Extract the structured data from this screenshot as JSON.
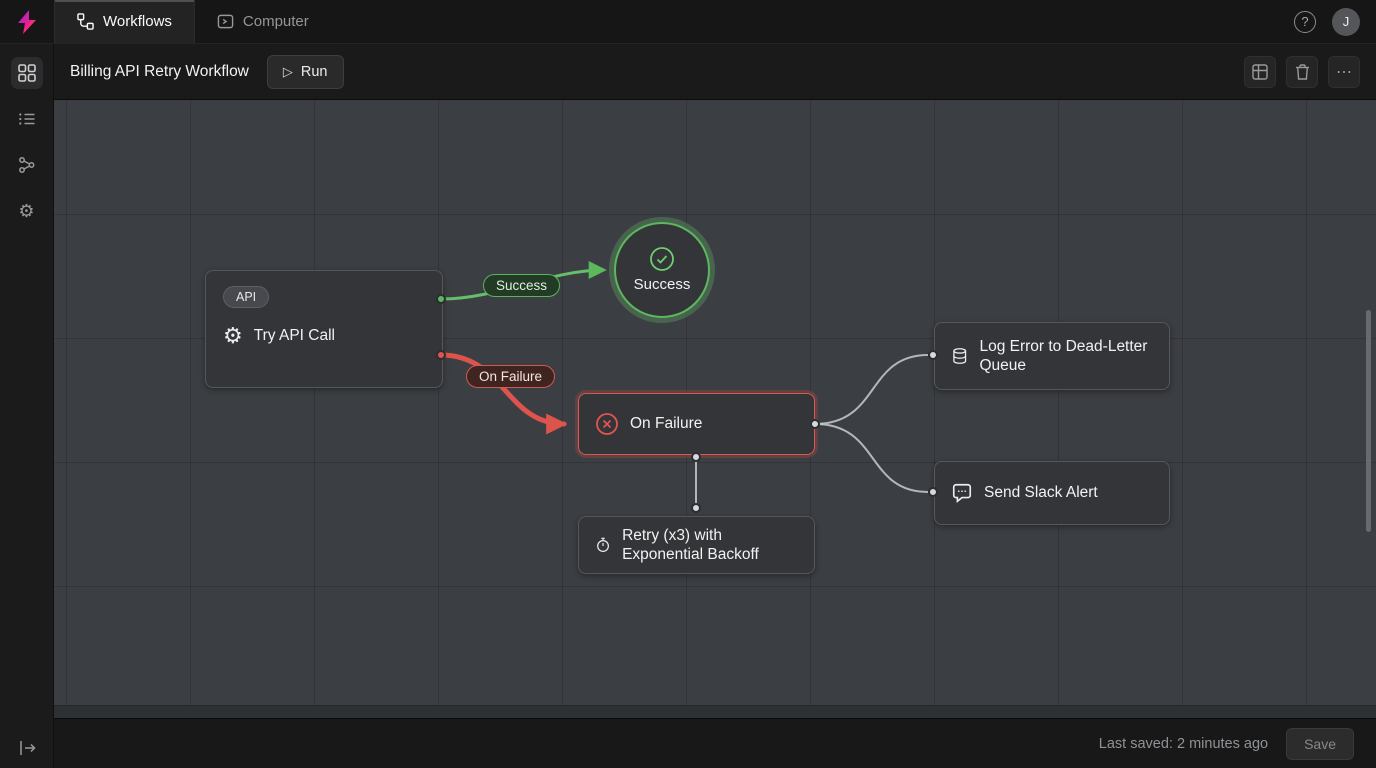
{
  "topbar": {
    "tabs": [
      {
        "label": "Workflows"
      },
      {
        "label": "Computer"
      }
    ],
    "avatar_initial": "J"
  },
  "header": {
    "title": "Billing API Retry Workflow",
    "run_label": "Run"
  },
  "glyphs": {
    "gear": "⚙",
    "play": "▷",
    "more": "⋯",
    "help": "?"
  },
  "canvas": {
    "nodes": [
      {
        "id": "try-api-call",
        "badge": "API",
        "label": "Try API Call",
        "icon": "gear-icon"
      },
      {
        "id": "success",
        "label": "Success",
        "icon": "check-circle-icon"
      },
      {
        "id": "on-failure",
        "label": "On Failure",
        "icon": "x-circle-icon"
      },
      {
        "id": "retry",
        "label": "Retry (x3) with Exponential Backoff",
        "icon": "timer-icon"
      },
      {
        "id": "log-error",
        "label": "Log Error to Dead-Letter Queue",
        "icon": "database-icon"
      },
      {
        "id": "send-slack-alert",
        "label": "Send Slack Alert",
        "icon": "chat-bubble-icon"
      }
    ],
    "edges": [
      {
        "from": "try-api-call",
        "to": "success",
        "label": "Success",
        "color": "#5cb85c"
      },
      {
        "from": "try-api-call",
        "to": "on-failure",
        "label": "On Failure",
        "color": "#e0564f"
      },
      {
        "from": "on-failure",
        "to": "log-error",
        "label": "",
        "color": "#c9ccd0"
      },
      {
        "from": "on-failure",
        "to": "send-slack-alert",
        "label": "",
        "color": "#c9ccd0"
      },
      {
        "from": "on-failure",
        "to": "retry",
        "label": "",
        "color": "#c9ccd0"
      }
    ]
  },
  "footer": {
    "last_saved": "Last saved: 2 minutes ago",
    "save_label": "Save"
  },
  "colors": {
    "success_green": "#5cb85c",
    "failure_red": "#e0564f",
    "canvas_bg": "#3b3e42",
    "node_bg": "#333538",
    "topbar_bg": "#161616"
  }
}
